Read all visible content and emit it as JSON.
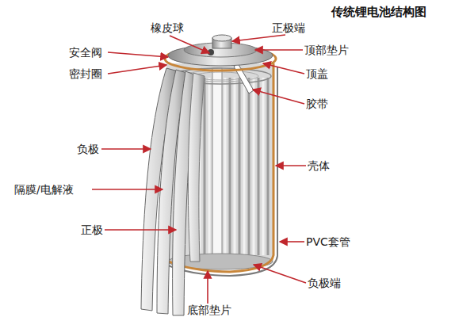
{
  "diagram": {
    "title": "传统锂电池结构图",
    "labels": [
      "橡皮球",
      "正极端",
      "安全阀",
      "顶部垫片",
      "密封圈",
      "顶盖",
      "胶带",
      "负极",
      "壳体",
      "隔膜/电解液",
      "正极",
      "PVC套管",
      "负极端",
      "底部垫片"
    ]
  }
}
